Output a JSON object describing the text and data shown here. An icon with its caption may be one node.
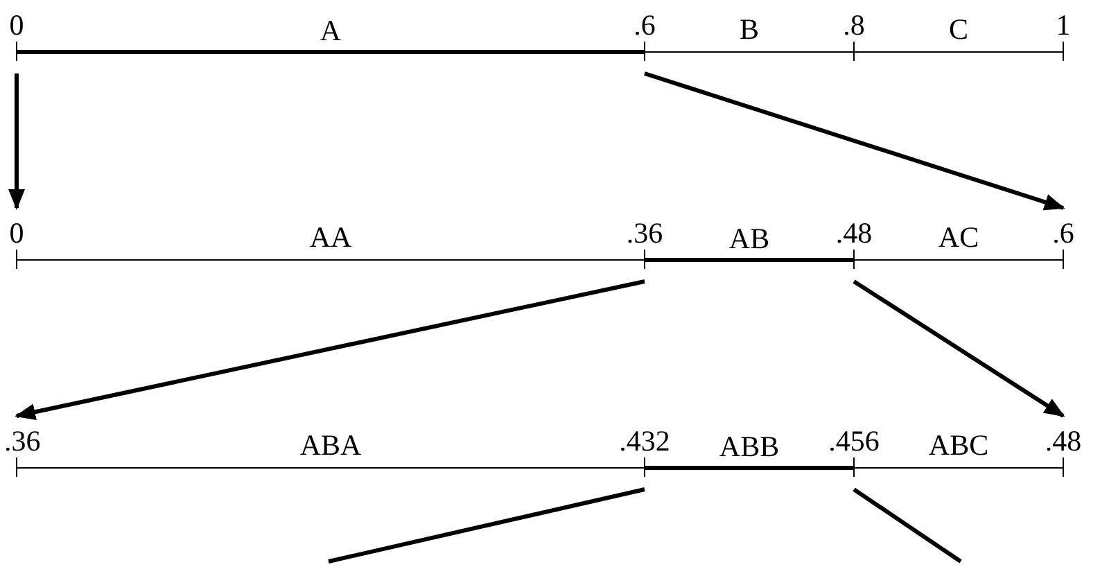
{
  "diagram": {
    "nodes": [
      {
        "text": [
          "A"
        ]
      },
      {
        "text": [
          "B"
        ]
      },
      {
        "text": [
          "C"
        ]
      },
      {
        "text": [
          "AA"
        ]
      },
      {
        "text": [
          "AB"
        ]
      },
      {
        "text": [
          "AC"
        ]
      },
      {
        "text": [
          "ABA"
        ]
      },
      {
        "text": [
          "ABB"
        ]
      },
      {
        "text": [
          "ABC"
        ]
      }
    ],
    "edges": [
      {
        "from": 0,
        "to": 3,
        "arrow": "to"
      },
      {
        "from": 0,
        "to": 5,
        "arrow": "to"
      },
      {
        "from": 4,
        "to": 6,
        "arrow": "to"
      },
      {
        "from": 4,
        "to": 8,
        "arrow": "to"
      },
      {
        "from": 7,
        "to": null,
        "arrow": "none"
      },
      {
        "from": 7,
        "to": null,
        "arrow": "none"
      }
    ],
    "labels": [
      "0",
      ".6",
      ".8",
      "1",
      "0",
      ".36",
      ".48",
      ".6",
      ".36",
      ".432",
      ".456",
      ".48"
    ]
  }
}
